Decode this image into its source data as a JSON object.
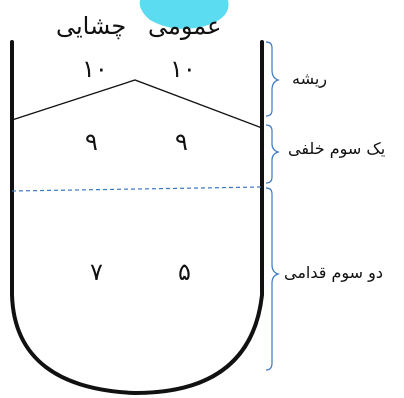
{
  "headers": {
    "left": "چشایی",
    "right": "عمومی"
  },
  "values": {
    "root_left": "۱۰",
    "root_right": "۱۰",
    "posterior_left": "۹",
    "posterior_right": "۹",
    "anterior_left": "۷",
    "anterior_right": "۵"
  },
  "labels": {
    "root": "ریشه",
    "posterior_third": "یک سوم خلفی",
    "anterior_two_thirds": "دو سوم قدامی"
  },
  "colors": {
    "outline": "#111111",
    "dashed_line": "#3a78c2",
    "brace": "#3a78c2",
    "watermark": "#49d8ee"
  }
}
